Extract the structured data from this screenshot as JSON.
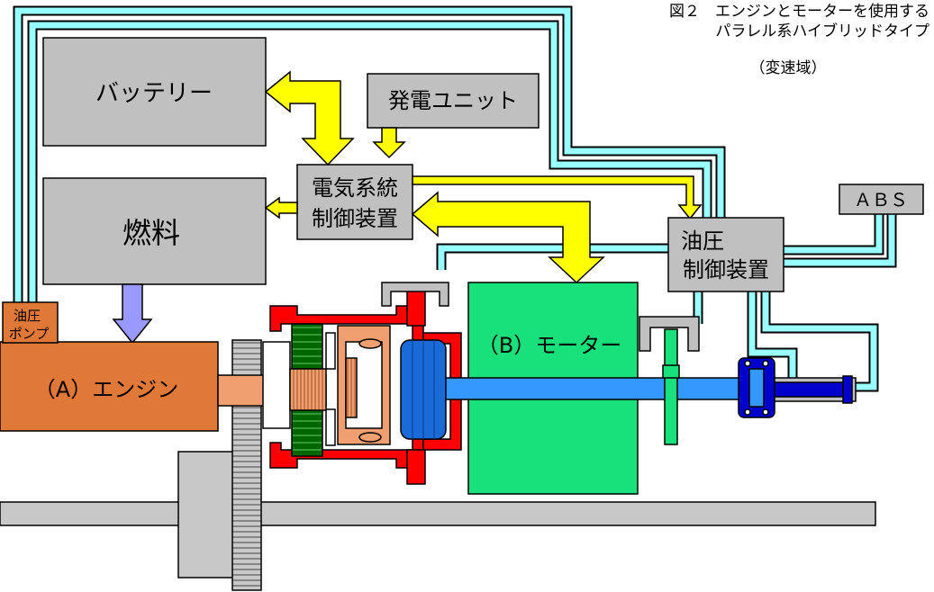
{
  "figure": {
    "title_line1": "図２　エンジンとモーターを使用する",
    "title_line2": "パラレル系ハイブリッドタイプ",
    "subtitle": "（変速域）"
  },
  "blocks": {
    "battery": "バッテリー",
    "generator": "発電ユニット",
    "electrical_controller_line1": "電気系統",
    "electrical_controller_line2": "制御装置",
    "fuel": "燃料",
    "hydraulic_controller_line1": "油圧",
    "hydraulic_controller_line2": "制御装置",
    "abs": "ＡＢＳ",
    "oil_pump_line1": "油圧",
    "oil_pump_line2": "ポンプ",
    "engine": "（A）エンジン",
    "motor": "（B）モーター"
  },
  "colors": {
    "gray_block": "#c0c0c0",
    "yellow_arrow": "#ffff00",
    "pipe": "#99ffff",
    "engine": "#e07838",
    "motor": "#18e07a",
    "clutch_red": "#ff0000",
    "shaft_blue": "#3399ff",
    "dark_blue": "#0000cc",
    "fuel_arrow": "#9999ff",
    "gear_green": "#006600",
    "tan": "#f0a070"
  }
}
